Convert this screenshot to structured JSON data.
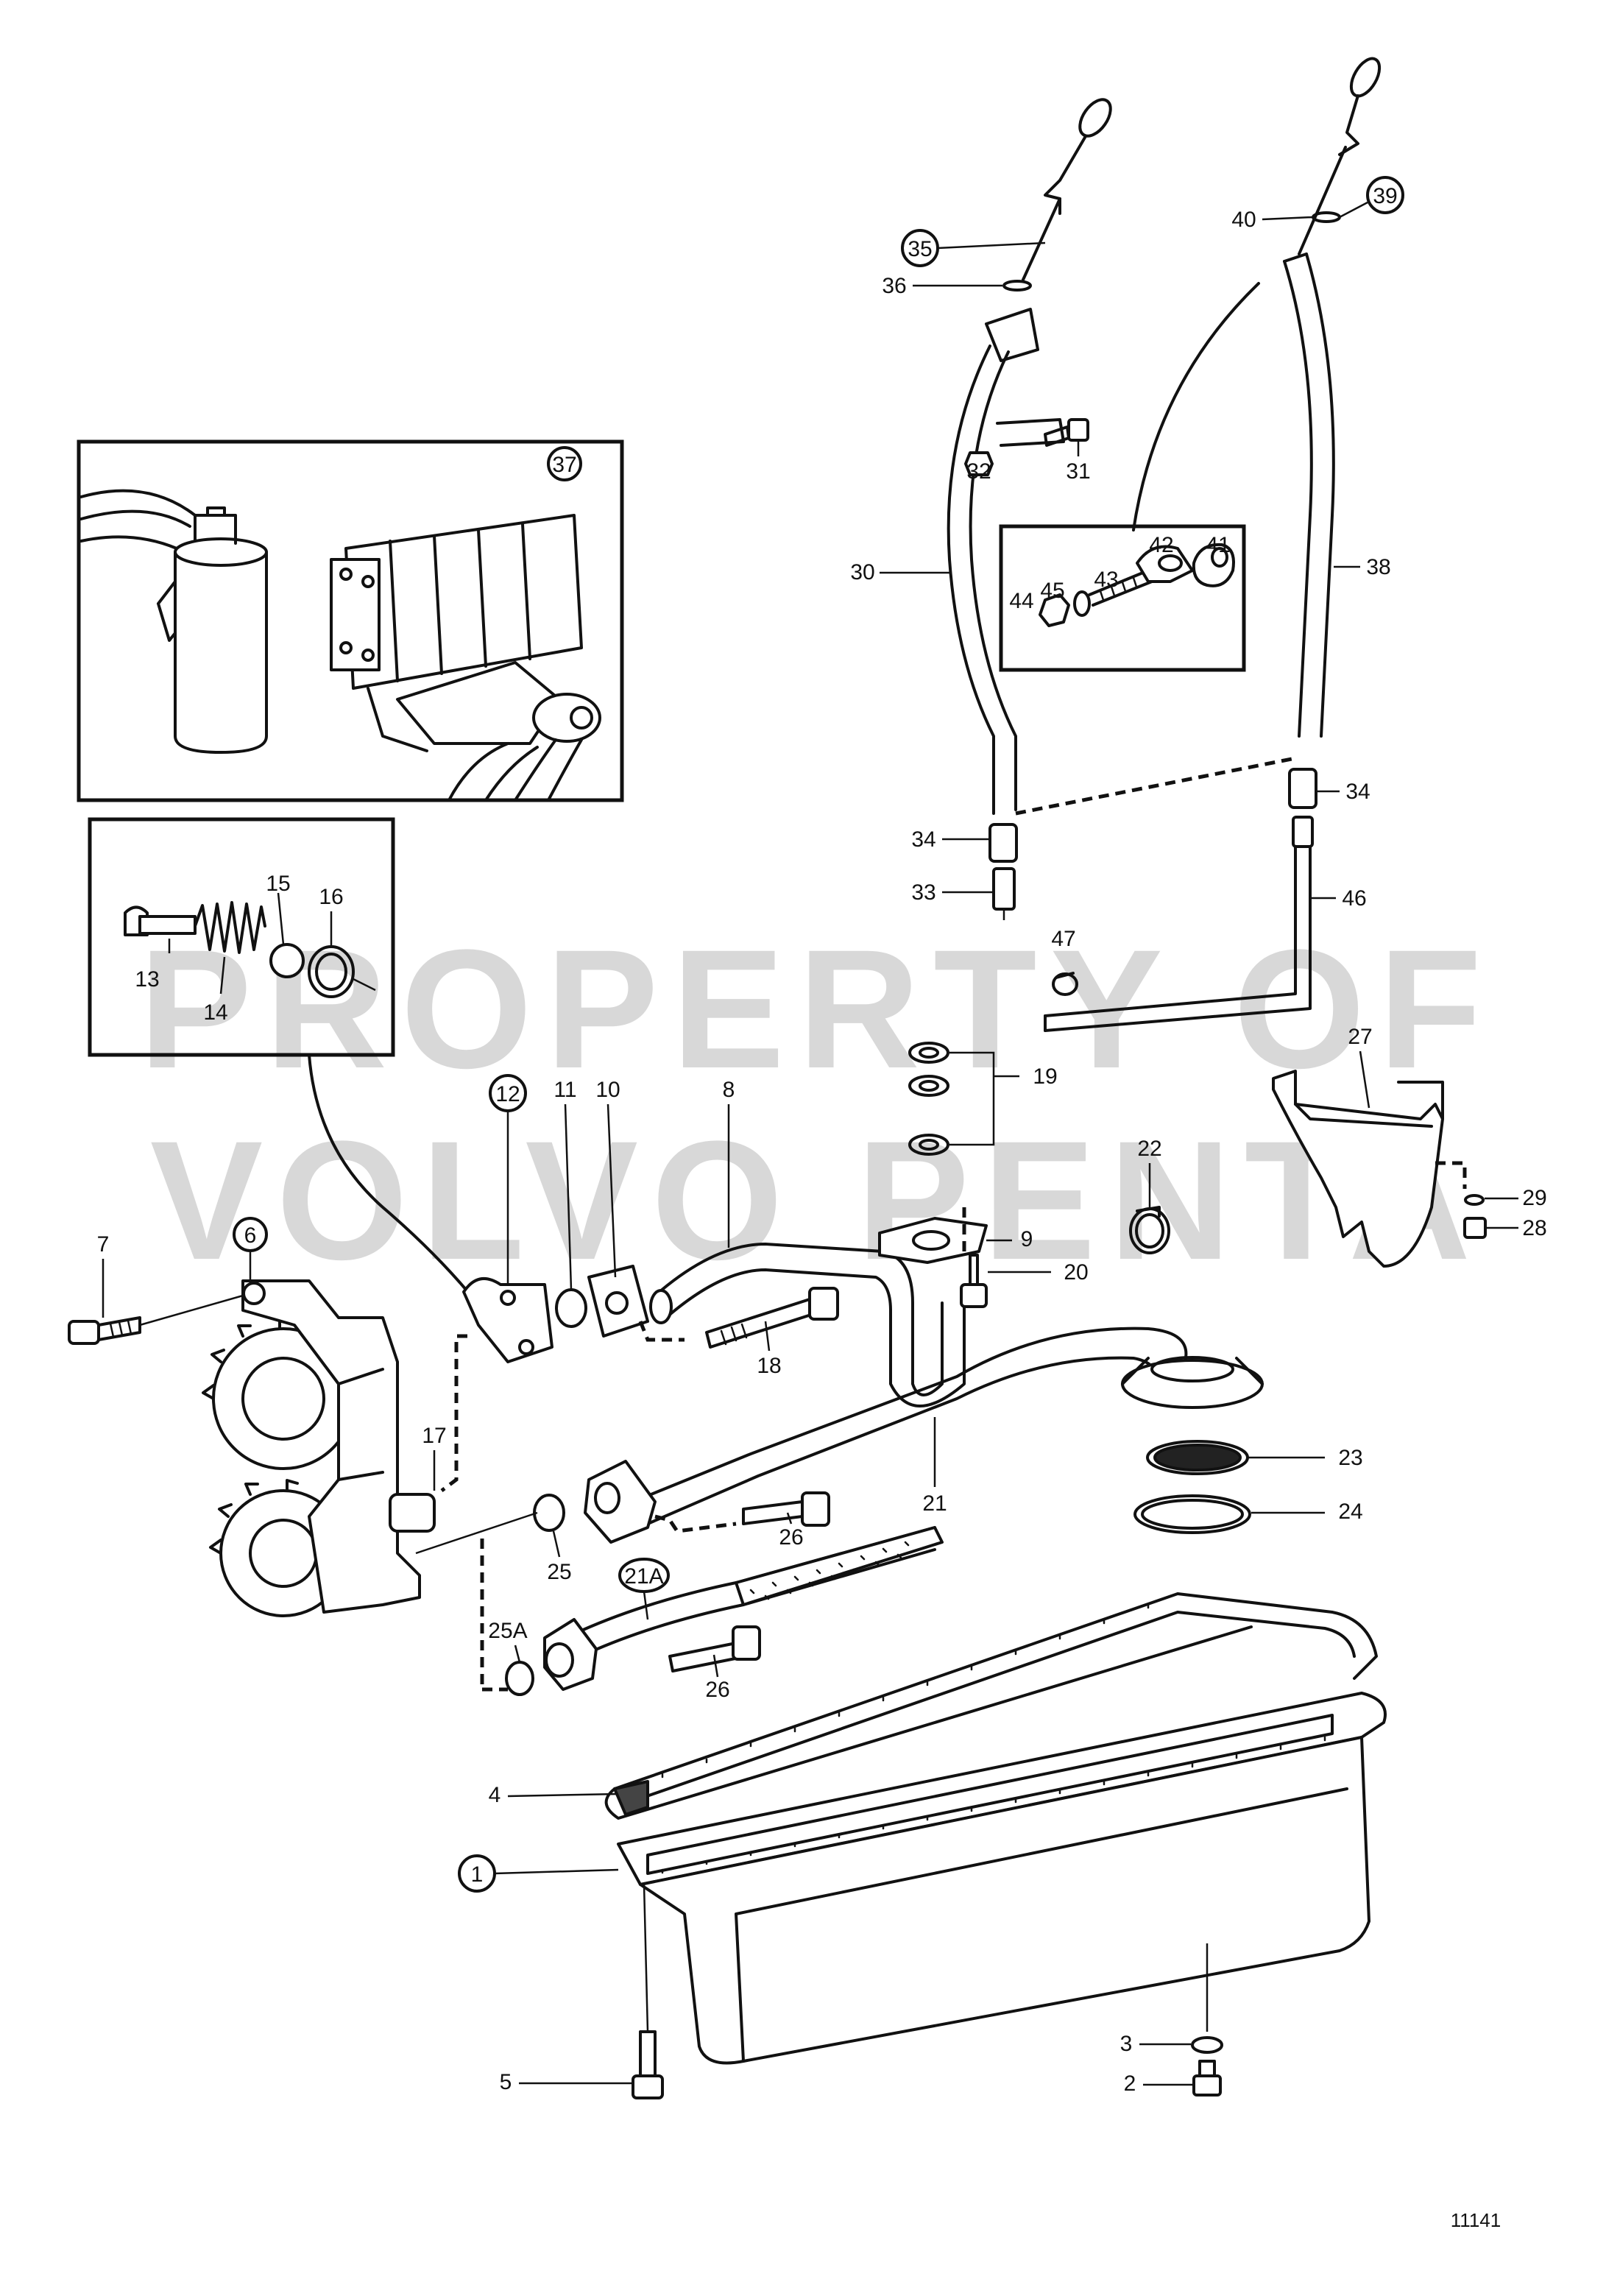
{
  "watermark": {
    "line1": "PROPERTY OF",
    "line2": "VOLVO PENTA"
  },
  "diagram_ref": "11141",
  "part_labels": {
    "p1": "1",
    "p2": "2",
    "p3": "3",
    "p4": "4",
    "p5": "5",
    "p6": "6",
    "p7": "7",
    "p8": "8",
    "p9": "9",
    "p10": "10",
    "p11": "11",
    "p12": "12",
    "p13": "13",
    "p14": "14",
    "p15": "15",
    "p16": "16",
    "p17": "17",
    "p18": "18",
    "p19": "19",
    "p20": "20",
    "p21": "21",
    "p21a": "21A",
    "p22": "22",
    "p23": "23",
    "p24": "24",
    "p25": "25",
    "p25a": "25A",
    "p26a": "26",
    "p26b": "26",
    "p27": "27",
    "p28": "28",
    "p29": "29",
    "p30": "30",
    "p31": "31",
    "p32": "32",
    "p33": "33",
    "p34a": "34",
    "p34b": "34",
    "p35": "35",
    "p36": "36",
    "p37": "37",
    "p38": "38",
    "p39": "39",
    "p40": "40",
    "p41": "41",
    "p42": "42",
    "p43": "43",
    "p44": "44",
    "p45": "45",
    "p46": "46",
    "p47": "47"
  }
}
